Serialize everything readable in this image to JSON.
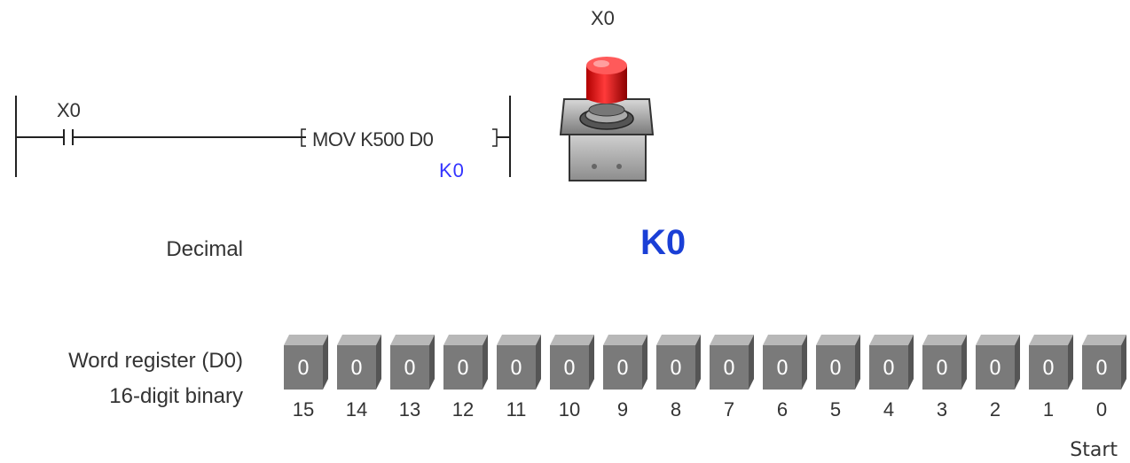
{
  "ladder": {
    "contact_label": "X0",
    "instruction": "MOV K500 D0",
    "instruction_value": "K0"
  },
  "pushbutton": {
    "label": "X0",
    "cap_color": "#e01010"
  },
  "decimal": {
    "label": "Decimal",
    "value": "K0"
  },
  "register": {
    "label": "Word register (D0)",
    "binary_label": "16-digit binary",
    "bits": [
      {
        "index": "15",
        "value": "0"
      },
      {
        "index": "14",
        "value": "0"
      },
      {
        "index": "13",
        "value": "0"
      },
      {
        "index": "12",
        "value": "0"
      },
      {
        "index": "11",
        "value": "0"
      },
      {
        "index": "10",
        "value": "0"
      },
      {
        "index": "9",
        "value": "0"
      },
      {
        "index": "8",
        "value": "0"
      },
      {
        "index": "7",
        "value": "0"
      },
      {
        "index": "6",
        "value": "0"
      },
      {
        "index": "5",
        "value": "0"
      },
      {
        "index": "4",
        "value": "0"
      },
      {
        "index": "3",
        "value": "0"
      },
      {
        "index": "2",
        "value": "0"
      },
      {
        "index": "1",
        "value": "0"
      },
      {
        "index": "0",
        "value": "0"
      }
    ],
    "start_label": "Start"
  }
}
